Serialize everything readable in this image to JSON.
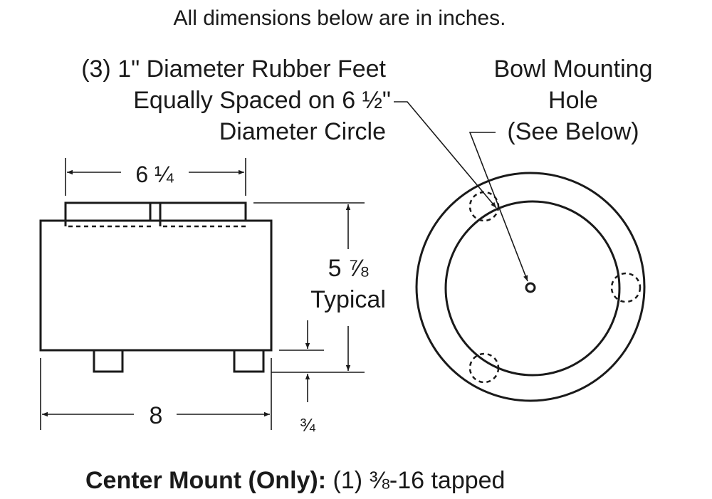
{
  "header": "All dimensions below are in inches.",
  "feet_note": {
    "line1": "(3) 1\" Diameter Rubber Feet",
    "line2": "Equally Spaced on 6 ½\"",
    "line3": "Diameter Circle"
  },
  "bowl_note": {
    "line1": "Bowl Mounting",
    "line2": "Hole",
    "line3": "(See Below)"
  },
  "dimensions": {
    "top_width": "6 ¼",
    "height_value": "5 ⅞",
    "height_label": "Typical",
    "base_width": "8",
    "foot_height": "¾"
  },
  "footer": {
    "bold": "Center Mount (Only):",
    "rest": " (1) ⅜-16 tapped"
  }
}
